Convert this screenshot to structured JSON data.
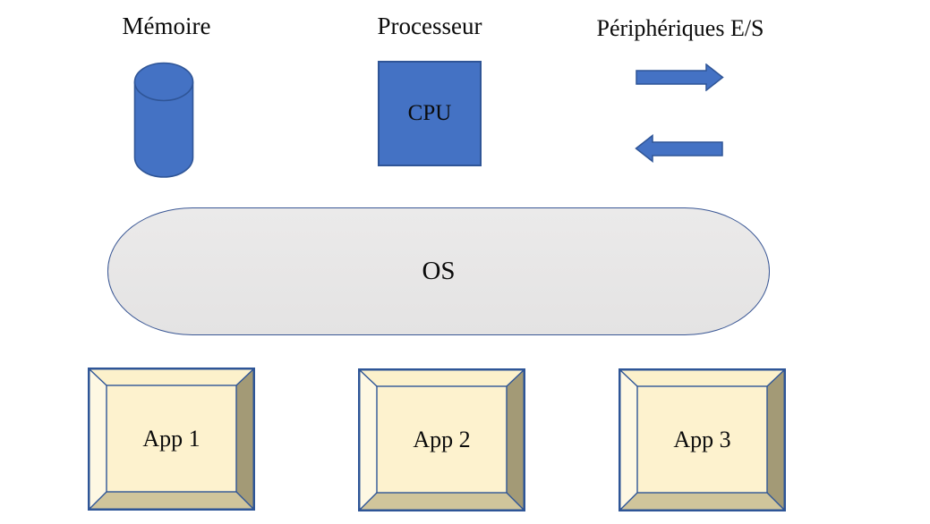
{
  "diagram": {
    "title_row": {
      "memory_label": "Mémoire",
      "processor_label": "Processeur",
      "peripherals_label": "Périphériques E/S"
    },
    "cpu": {
      "label": "CPU"
    },
    "os": {
      "label": "OS"
    },
    "apps": [
      {
        "label": "App 1"
      },
      {
        "label": "App 2"
      },
      {
        "label": "App 3"
      }
    ],
    "colors": {
      "shape_fill": "#4472C4",
      "shape_border": "#2F5597",
      "os_fill": "#E7E6E6",
      "os_border": "#3A5795",
      "app_face": "#FDF2CE",
      "app_top_facet": "#FCF1CB",
      "app_left_facet": "#FEF8E3",
      "app_right_facet": "#A39A76",
      "app_bottom_facet": "#D0C59B",
      "app_border": "#2E5597"
    }
  }
}
